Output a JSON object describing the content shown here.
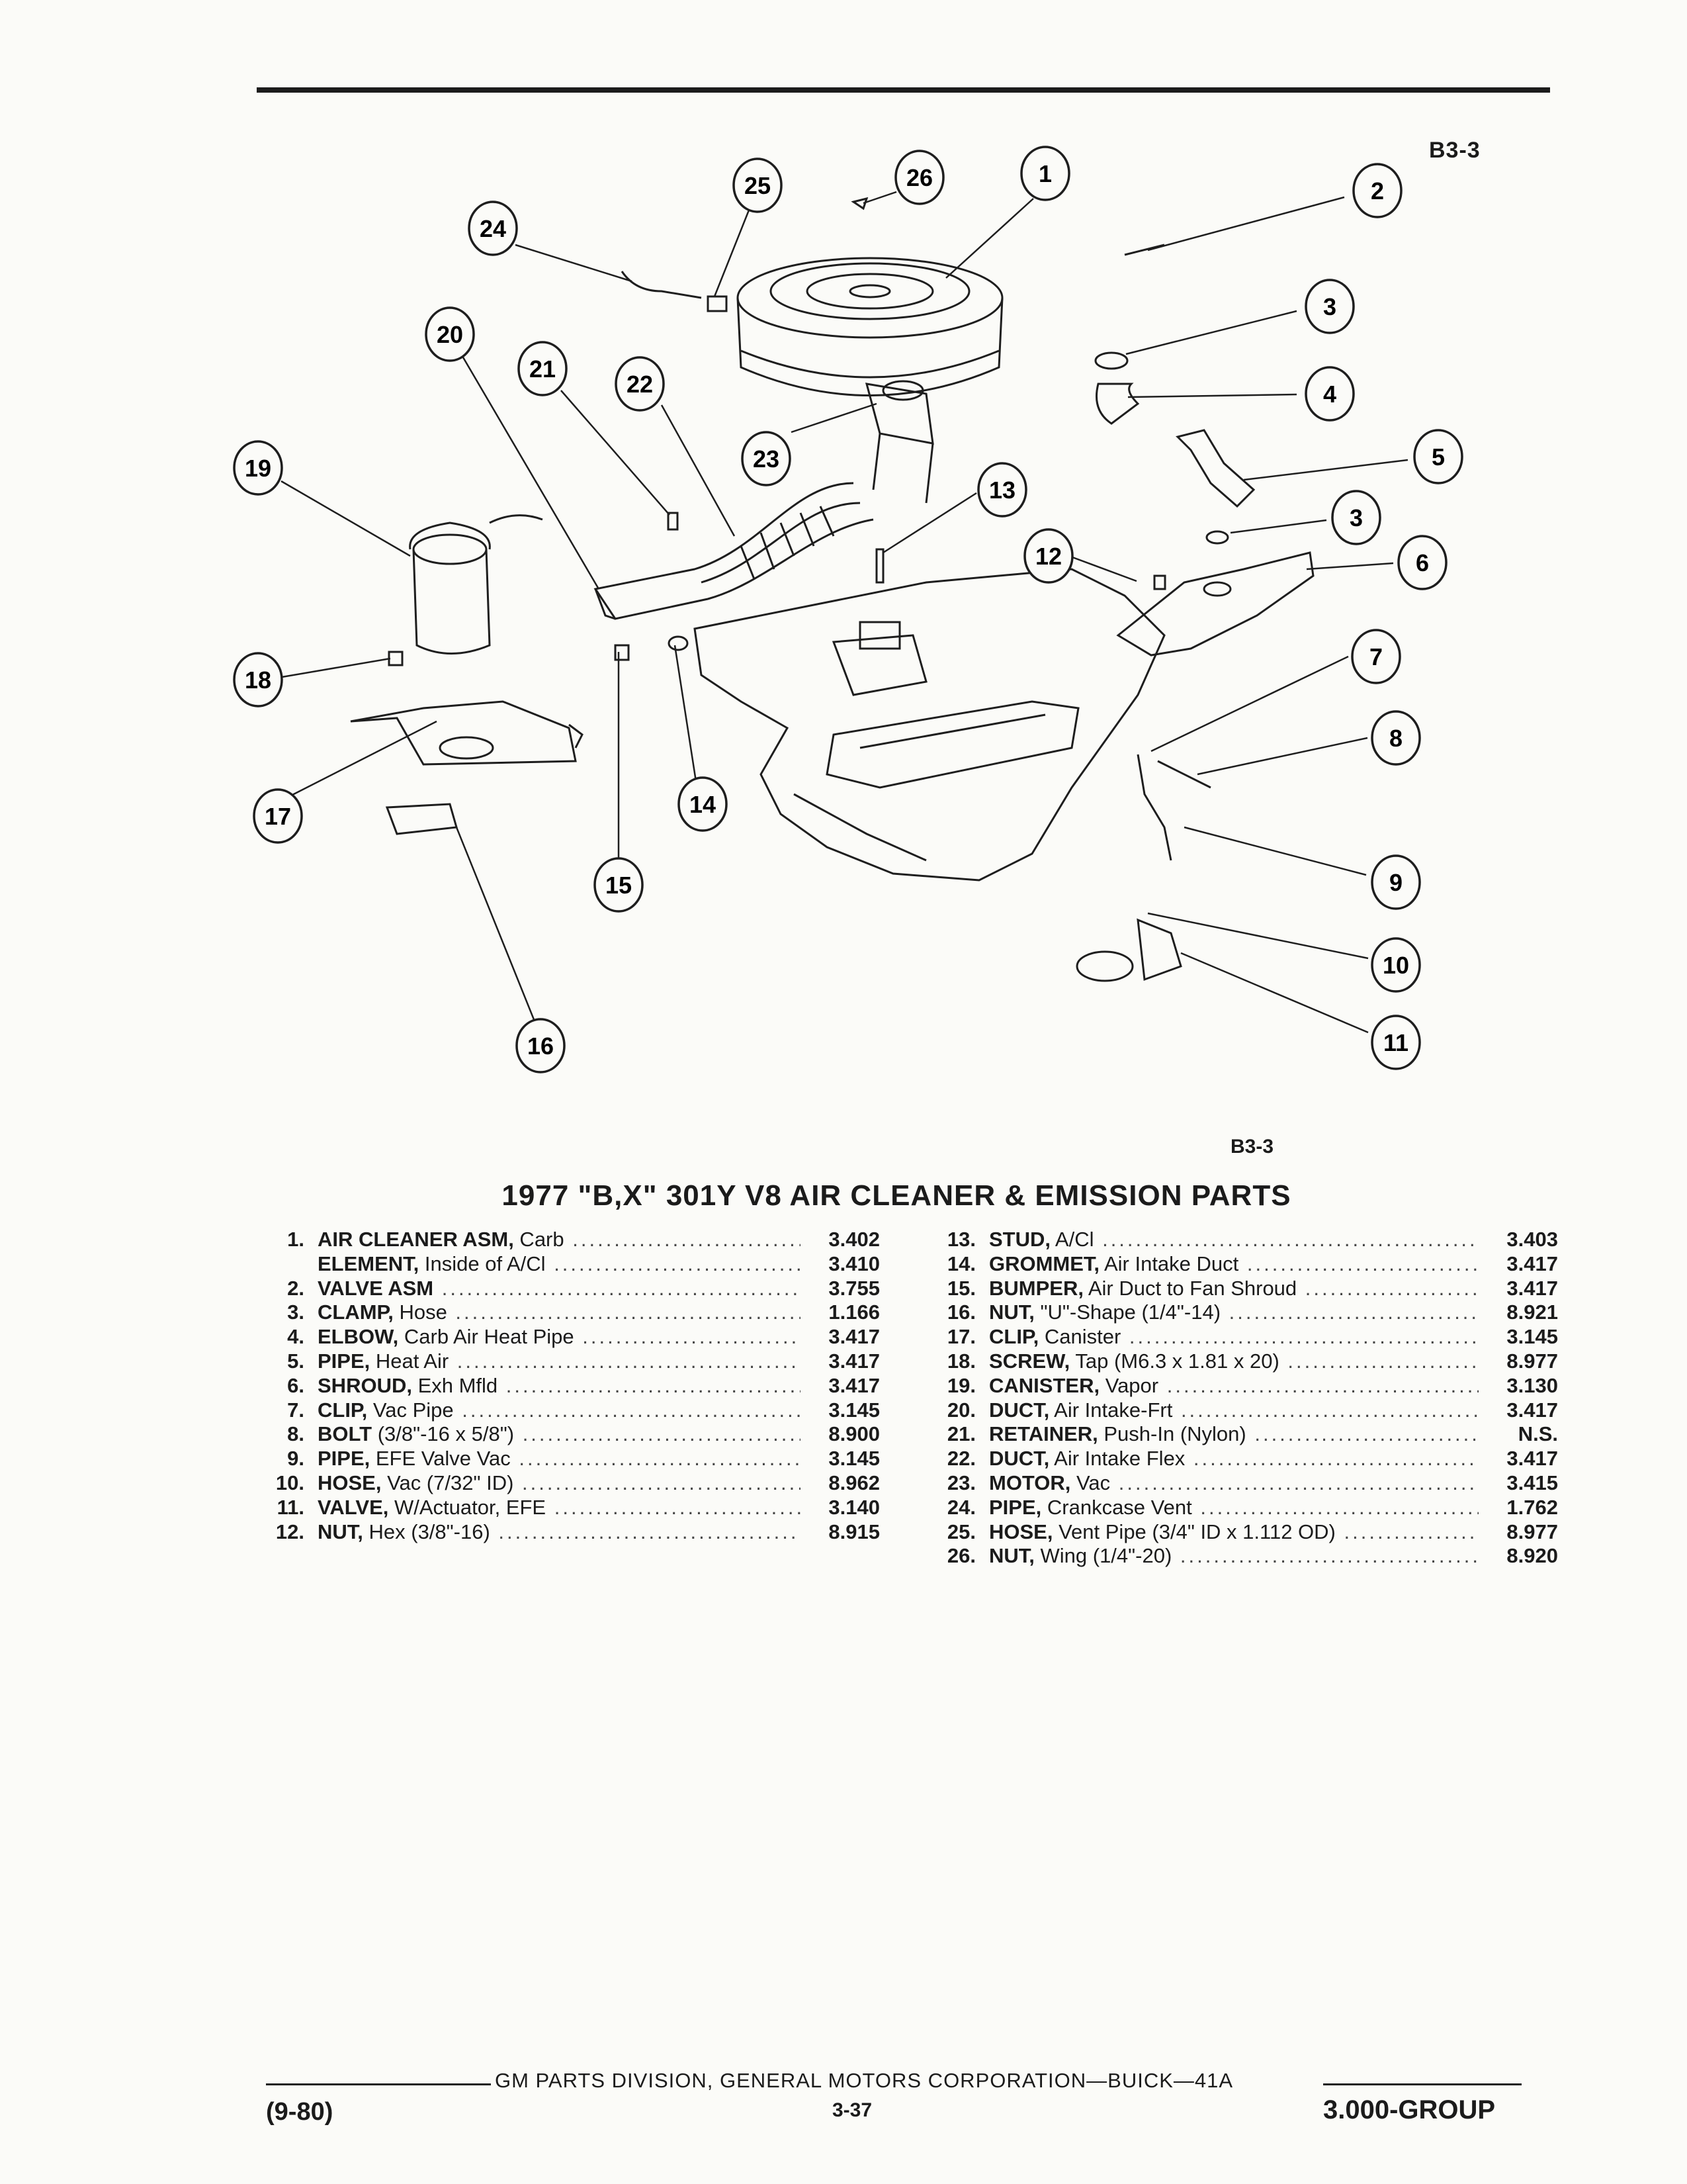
{
  "header": {
    "fig_code": "B3-3"
  },
  "diagram": {
    "fig_code": "B3-3",
    "callouts": [
      "1",
      "2",
      "3",
      "3",
      "4",
      "5",
      "6",
      "7",
      "8",
      "9",
      "10",
      "11",
      "12",
      "13",
      "14",
      "15",
      "16",
      "17",
      "18",
      "19",
      "20",
      "21",
      "22",
      "23",
      "24",
      "25",
      "26"
    ]
  },
  "title": "1977 \"B,X\" 301Y V8 AIR CLEANER & EMISSION PARTS",
  "parts_left": [
    {
      "num": "1.",
      "name": "AIR CLEANER ASM,",
      "rest": " Carb",
      "group": "3.402"
    },
    {
      "num": "",
      "name": "ELEMENT,",
      "rest": " Inside of A/Cl",
      "group": "3.410"
    },
    {
      "num": "2.",
      "name": "VALVE ASM",
      "rest": "",
      "group": "3.755"
    },
    {
      "num": "3.",
      "name": "CLAMP,",
      "rest": " Hose",
      "group": "1.166"
    },
    {
      "num": "4.",
      "name": "ELBOW,",
      "rest": " Carb Air Heat Pipe",
      "group": "3.417"
    },
    {
      "num": "5.",
      "name": "PIPE,",
      "rest": " Heat Air",
      "group": "3.417"
    },
    {
      "num": "6.",
      "name": "SHROUD,",
      "rest": " Exh Mfld",
      "group": "3.417"
    },
    {
      "num": "7.",
      "name": "CLIP,",
      "rest": " Vac Pipe",
      "group": "3.145"
    },
    {
      "num": "8.",
      "name": "BOLT",
      "rest": " (3/8\"-16 x 5/8\")",
      "group": "8.900"
    },
    {
      "num": "9.",
      "name": "PIPE,",
      "rest": " EFE Valve Vac",
      "group": "3.145"
    },
    {
      "num": "10.",
      "name": "HOSE,",
      "rest": " Vac (7/32\" ID)",
      "group": "8.962"
    },
    {
      "num": "11.",
      "name": "VALVE,",
      "rest": " W/Actuator, EFE",
      "group": "3.140"
    },
    {
      "num": "12.",
      "name": "NUT,",
      "rest": " Hex (3/8\"-16)",
      "group": "8.915"
    }
  ],
  "parts_right": [
    {
      "num": "13.",
      "name": "STUD,",
      "rest": " A/Cl",
      "group": "3.403"
    },
    {
      "num": "14.",
      "name": "GROMMET,",
      "rest": " Air Intake Duct",
      "group": "3.417"
    },
    {
      "num": "15.",
      "name": "BUMPER,",
      "rest": " Air Duct to Fan Shroud",
      "group": "3.417"
    },
    {
      "num": "16.",
      "name": "NUT,",
      "rest": " \"U\"-Shape (1/4\"-14)",
      "group": "8.921"
    },
    {
      "num": "17.",
      "name": "CLIP,",
      "rest": " Canister",
      "group": "3.145"
    },
    {
      "num": "18.",
      "name": "SCREW,",
      "rest": " Tap (M6.3 x 1.81 x 20)",
      "group": "8.977"
    },
    {
      "num": "19.",
      "name": "CANISTER,",
      "rest": " Vapor",
      "group": "3.130"
    },
    {
      "num": "20.",
      "name": "DUCT,",
      "rest": " Air Intake-Frt",
      "group": "3.417"
    },
    {
      "num": "21.",
      "name": "RETAINER,",
      "rest": " Push-In (Nylon)",
      "group": "N.S."
    },
    {
      "num": "22.",
      "name": "DUCT,",
      "rest": " Air Intake Flex",
      "group": "3.417"
    },
    {
      "num": "23.",
      "name": "MOTOR,",
      "rest": " Vac",
      "group": "3.415"
    },
    {
      "num": "24.",
      "name": "PIPE,",
      "rest": " Crankcase Vent",
      "group": "1.762"
    },
    {
      "num": "25.",
      "name": "HOSE,",
      "rest": " Vent Pipe (3/4\" ID x 1.112 OD)",
      "group": "8.977"
    },
    {
      "num": "26.",
      "name": "NUT,",
      "rest": " Wing (1/4\"-20)",
      "group": "8.920"
    }
  ],
  "footer": {
    "center": "GM PARTS DIVISION, GENERAL MOTORS CORPORATION—BUICK—41A",
    "page": "3-37",
    "date": "(9-80)",
    "group": "3.000-GROUP"
  }
}
